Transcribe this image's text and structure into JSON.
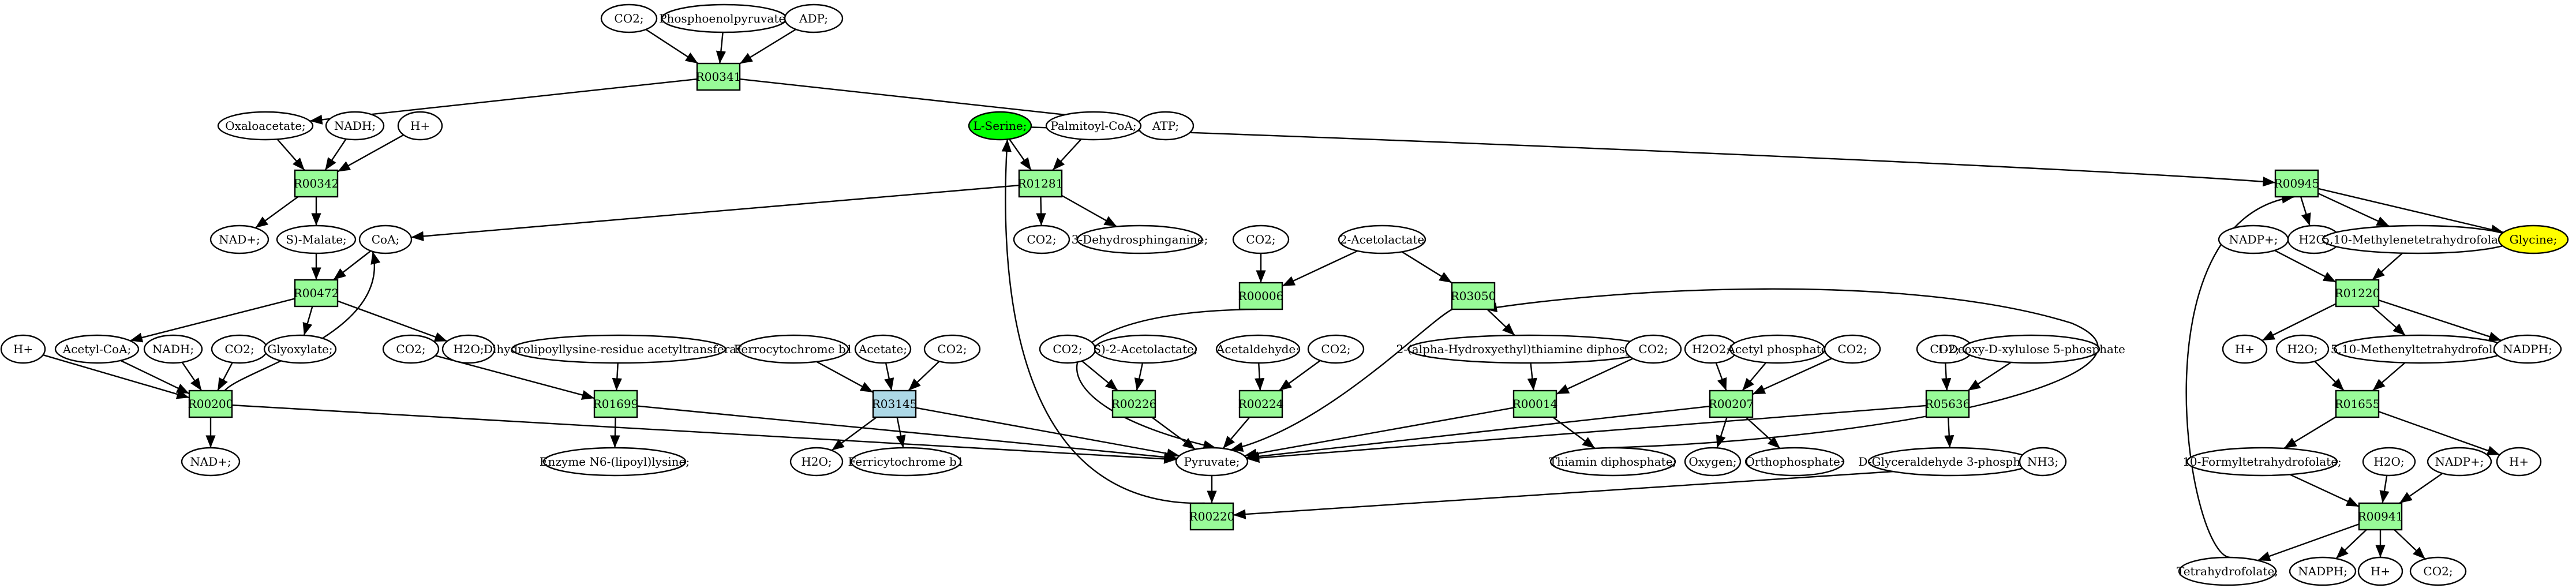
{
  "colors": {
    "reaction": "#98fb98",
    "reaction_alt": "#add8e6",
    "highlight_green": "#00ff00",
    "highlight_yellow": "#ffff00"
  },
  "reactions": [
    {
      "id": "R00341",
      "label": "R00341"
    },
    {
      "id": "R00342",
      "label": "R00342"
    },
    {
      "id": "R01281",
      "label": "R01281"
    },
    {
      "id": "R00945",
      "label": "R00945"
    },
    {
      "id": "R00472",
      "label": "R00472"
    },
    {
      "id": "R00006",
      "label": "R00006"
    },
    {
      "id": "R03050",
      "label": "R03050"
    },
    {
      "id": "R01220",
      "label": "R01220"
    },
    {
      "id": "R00200",
      "label": "R00200"
    },
    {
      "id": "R01699",
      "label": "R01699"
    },
    {
      "id": "R03145",
      "label": "R03145"
    },
    {
      "id": "R00226",
      "label": "R00226"
    },
    {
      "id": "R00224",
      "label": "R00224"
    },
    {
      "id": "R00014",
      "label": "R00014"
    },
    {
      "id": "R00207",
      "label": "R00207"
    },
    {
      "id": "R05636",
      "label": "R05636"
    },
    {
      "id": "R01655",
      "label": "R01655"
    },
    {
      "id": "R00220",
      "label": "R00220"
    },
    {
      "id": "R00941",
      "label": "R00941"
    }
  ],
  "compounds": [
    {
      "id": "co2_top",
      "label": "CO2;"
    },
    {
      "id": "pep",
      "label": "Phosphoenolpyruvate;"
    },
    {
      "id": "adp",
      "label": "ADP;"
    },
    {
      "id": "oxaloacetate",
      "label": "Oxaloacetate;"
    },
    {
      "id": "nadh_342",
      "label": "NADH;"
    },
    {
      "id": "h_342",
      "label": "H+"
    },
    {
      "id": "atp",
      "label": "ATP;"
    },
    {
      "id": "lserine",
      "label": "L-Serine;"
    },
    {
      "id": "palmitoylcoa",
      "label": "Palmitoyl-CoA;"
    },
    {
      "id": "nadp_342",
      "label": "NAD+;"
    },
    {
      "id": "smalate",
      "label": "S)-Malate;"
    },
    {
      "id": "coa",
      "label": "CoA;"
    },
    {
      "id": "co2_1281",
      "label": "CO2;"
    },
    {
      "id": "dehydrosph",
      "label": "3-Dehydrosphinganine;"
    },
    {
      "id": "h2o_945",
      "label": "H2O;"
    },
    {
      "id": "methylene_thf",
      "label": "5,10-Methylenetetrahydrofolate;"
    },
    {
      "id": "glycine",
      "label": "Glycine;"
    },
    {
      "id": "co2_006",
      "label": "CO2;"
    },
    {
      "id": "acetolactate",
      "label": "2-Acetolactate"
    },
    {
      "id": "nadpp_1220",
      "label": "NADP+;"
    },
    {
      "id": "h_left",
      "label": "H+"
    },
    {
      "id": "acetylcoa",
      "label": "Acetyl-CoA;"
    },
    {
      "id": "nadh_200",
      "label": "NADH;"
    },
    {
      "id": "co2_200",
      "label": "CO2;"
    },
    {
      "id": "glyoxylate",
      "label": "Glyoxylate;"
    },
    {
      "id": "co2_1699",
      "label": "CO2;"
    },
    {
      "id": "h2o_472",
      "label": "H2O;"
    },
    {
      "id": "dihydrolipoyl",
      "label": "Dihydrolipoyllysine-residue acetyltransferase]"
    },
    {
      "id": "ferrocyt",
      "label": "Ferrocytochrome b1"
    },
    {
      "id": "acetate",
      "label": "Acetate;"
    },
    {
      "id": "co2_3145",
      "label": "CO2;"
    },
    {
      "id": "co2_226",
      "label": "CO2;"
    },
    {
      "id": "acetolactate_s",
      "label": "S)-2-Acetolactate;"
    },
    {
      "id": "acetaldehyde",
      "label": "Acetaldehyde;"
    },
    {
      "id": "co2_224",
      "label": "CO2;"
    },
    {
      "id": "hydroxyethyl_thpp",
      "label": "2-(alpha-Hydroxyethyl)thiamine diphosphate;"
    },
    {
      "id": "co2_014",
      "label": "CO2;"
    },
    {
      "id": "h2o2",
      "label": "H2O2;"
    },
    {
      "id": "acetylphosphate",
      "label": "Acetyl phosphate"
    },
    {
      "id": "co2_207",
      "label": "CO2;"
    },
    {
      "id": "co2_5636",
      "label": "CO2;"
    },
    {
      "id": "deoxyxylulose",
      "label": "1-Deoxy-D-xylulose 5-phosphate"
    },
    {
      "id": "h_1220",
      "label": "H+"
    },
    {
      "id": "h2o_1655",
      "label": "H2O;"
    },
    {
      "id": "methenyl_thf",
      "label": "5,10-Methenyltetrahydrofolate"
    },
    {
      "id": "nadph_1220",
      "label": "NADPH;"
    },
    {
      "id": "nadp_200",
      "label": "NAD+;"
    },
    {
      "id": "enzyme_n6",
      "label": "Enzyme N6-(lipoyl)lysine;"
    },
    {
      "id": "h2o_3145",
      "label": "H2O;"
    },
    {
      "id": "ferricyt",
      "label": "Ferricytochrome b1"
    },
    {
      "id": "pyruvate",
      "label": "Pyruvate;"
    },
    {
      "id": "thpp",
      "label": "Thiamin diphosphate;"
    },
    {
      "id": "oxygen",
      "label": "Oxygen;"
    },
    {
      "id": "orthophosphate",
      "label": "Orthophosphate;"
    },
    {
      "id": "gap",
      "label": "D-Glyceraldehyde 3-phosphate;"
    },
    {
      "id": "nh3",
      "label": "NH3;"
    },
    {
      "id": "formyl_thf",
      "label": "10-Formyltetrahydrofolate;"
    },
    {
      "id": "h2o_941",
      "label": "H2O;"
    },
    {
      "id": "nadpp_941",
      "label": "NADP+;"
    },
    {
      "id": "h_1655",
      "label": "H+"
    },
    {
      "id": "thf",
      "label": "Tetrahydrofolate;"
    },
    {
      "id": "nadph_941",
      "label": "NADPH;"
    },
    {
      "id": "h_941",
      "label": "H+"
    },
    {
      "id": "co2_941",
      "label": "CO2;"
    }
  ],
  "edges": [
    [
      "co2_top",
      "R00341"
    ],
    [
      "pep",
      "R00341"
    ],
    [
      "adp",
      "R00341"
    ],
    [
      "R00341",
      "oxaloacetate"
    ],
    [
      "R00341",
      "atp"
    ],
    [
      "oxaloacetate",
      "R00342"
    ],
    [
      "nadh_342",
      "R00342"
    ],
    [
      "h_342",
      "R00342"
    ],
    [
      "R00342",
      "nadp_342"
    ],
    [
      "R00342",
      "smalate"
    ],
    [
      "lserine",
      "R01281"
    ],
    [
      "palmitoylcoa",
      "R01281"
    ],
    [
      "R01281",
      "coa"
    ],
    [
      "R01281",
      "co2_1281"
    ],
    [
      "R01281",
      "dehydrosph"
    ],
    [
      "lserine",
      "R00945"
    ],
    [
      "thf",
      "R00945"
    ],
    [
      "R00945",
      "h2o_945"
    ],
    [
      "R00945",
      "methylene_thf"
    ],
    [
      "R00945",
      "glycine"
    ],
    [
      "smalate",
      "R00472"
    ],
    [
      "coa",
      "R00472"
    ],
    [
      "R00472",
      "acetylcoa"
    ],
    [
      "R00472",
      "glyoxylate"
    ],
    [
      "R00472",
      "h2o_472"
    ],
    [
      "h_left",
      "R00200"
    ],
    [
      "acetylcoa",
      "R00200"
    ],
    [
      "nadh_200",
      "R00200"
    ],
    [
      "co2_200",
      "R00200"
    ],
    [
      "R00200",
      "nadp_200"
    ],
    [
      "R00200",
      "coa"
    ],
    [
      "R00200",
      "pyruvate"
    ],
    [
      "co2_1699",
      "R01699"
    ],
    [
      "dihydrolipoyl",
      "R01699"
    ],
    [
      "R01699",
      "enzyme_n6"
    ],
    [
      "R01699",
      "pyruvate"
    ],
    [
      "ferrocyt",
      "R03145"
    ],
    [
      "acetate",
      "R03145"
    ],
    [
      "co2_3145",
      "R03145"
    ],
    [
      "R03145",
      "h2o_3145"
    ],
    [
      "R03145",
      "ferricyt"
    ],
    [
      "R03145",
      "pyruvate"
    ],
    [
      "co2_006",
      "R00006"
    ],
    [
      "acetolactate",
      "R00006"
    ],
    [
      "R00006",
      "pyruvate"
    ],
    [
      "acetolactate",
      "R03050"
    ],
    [
      "R03050",
      "hydroxyethyl_thpp"
    ],
    [
      "R03050",
      "pyruvate"
    ],
    [
      "thpp",
      "R03050"
    ],
    [
      "co2_226",
      "R00226"
    ],
    [
      "acetolactate_s",
      "R00226"
    ],
    [
      "R00226",
      "pyruvate"
    ],
    [
      "acetaldehyde",
      "R00224"
    ],
    [
      "co2_224",
      "R00224"
    ],
    [
      "R00224",
      "pyruvate"
    ],
    [
      "hydroxyethyl_thpp",
      "R00014"
    ],
    [
      "co2_014",
      "R00014"
    ],
    [
      "R00014",
      "thpp"
    ],
    [
      "R00014",
      "pyruvate"
    ],
    [
      "h2o2",
      "R00207"
    ],
    [
      "acetylphosphate",
      "R00207"
    ],
    [
      "co2_207",
      "R00207"
    ],
    [
      "R00207",
      "pyruvate"
    ],
    [
      "R00207",
      "oxygen"
    ],
    [
      "R00207",
      "orthophosphate"
    ],
    [
      "co2_5636",
      "R05636"
    ],
    [
      "deoxyxylulose",
      "R05636"
    ],
    [
      "R05636",
      "pyruvate"
    ],
    [
      "R05636",
      "gap"
    ],
    [
      "pyruvate",
      "R00220"
    ],
    [
      "nh3",
      "R00220"
    ],
    [
      "R00220",
      "lserine"
    ],
    [
      "nadpp_1220",
      "R01220"
    ],
    [
      "methylene_thf",
      "R01220"
    ],
    [
      "R01220",
      "h_1220"
    ],
    [
      "R01220",
      "methenyl_thf"
    ],
    [
      "R01220",
      "nadph_1220"
    ],
    [
      "h2o_1655",
      "R01655"
    ],
    [
      "methenyl_thf",
      "R01655"
    ],
    [
      "R01655",
      "formyl_thf"
    ],
    [
      "R01655",
      "h_1655"
    ],
    [
      "formyl_thf",
      "R00941"
    ],
    [
      "h2o_941",
      "R00941"
    ],
    [
      "nadpp_941",
      "R00941"
    ],
    [
      "R00941",
      "thf"
    ],
    [
      "R00941",
      "nadph_941"
    ],
    [
      "R00941",
      "h_941"
    ],
    [
      "R00941",
      "co2_941"
    ]
  ]
}
